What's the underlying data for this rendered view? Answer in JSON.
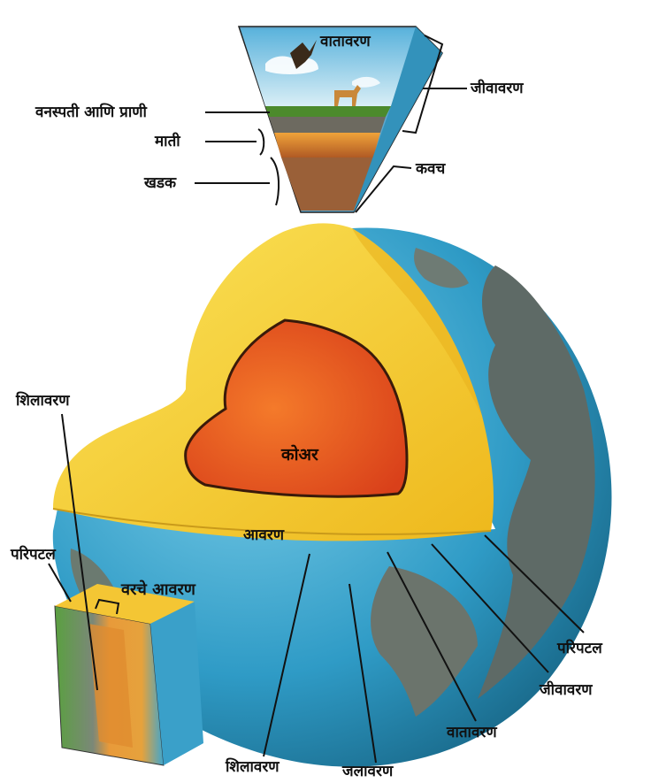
{
  "labels": {
    "atmosphere_top": "वातावरण",
    "biosphere_top": "जीवावरण",
    "plants_animals": "वनस्पती आणि प्राणी",
    "soil": "माती",
    "rock": "खडक",
    "crust": "कवच",
    "lithosphere_left": "शिलावरण",
    "core": "कोअर",
    "mantle": "आवरण",
    "environment_left": "परिपटल",
    "upper_mantle": "वरचे आवरण",
    "environment_right": "परिपटल",
    "biosphere_bottom": "जीवावरण",
    "atmosphere_bottom": "वातावरण",
    "lithosphere_bottom": "शिलावरण",
    "hydrosphere": "जलावरण"
  },
  "colors": {
    "ocean": "#3aa6cf",
    "land": "#5d6b64",
    "mantle": "#f6d129",
    "core": "#e8501c",
    "sky": "#9fd6ea",
    "soil": "#d9862a",
    "rock": "#8a5a35"
  }
}
